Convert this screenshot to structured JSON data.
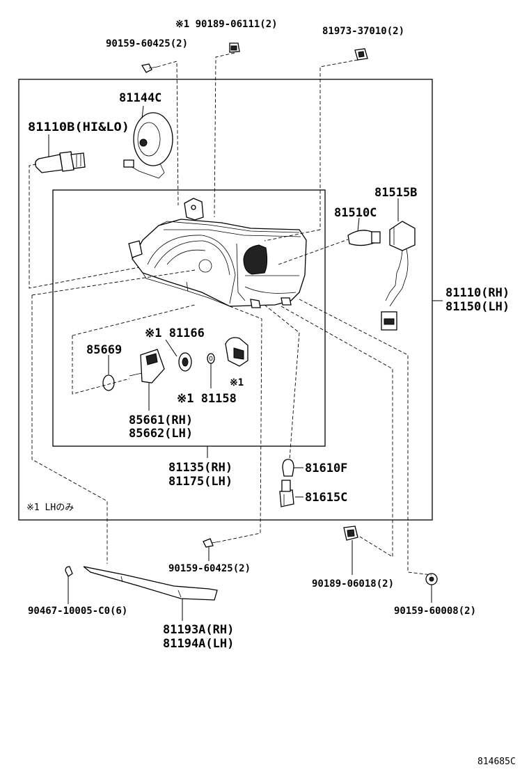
{
  "labels": {
    "p90189_06111": "※1 90189-06111(2)",
    "p81973_37010": "81973-37010(2)",
    "p90159_60425_top": "90159-60425(2)",
    "p81144C": "81144C",
    "p81110B": "81110B(HI&LO)",
    "p81515B": "81515B",
    "p81510C": "81510C",
    "p81110_rh": "81110(RH)",
    "p81150_lh": "81150(LH)",
    "p81166": "※1 81166",
    "p85669": "85669",
    "p81158": "※1 81158",
    "p85661_rh": "85661(RH)",
    "p85662_lh": "85662(LH)",
    "star1": "※1",
    "p81135_rh": "81135(RH)",
    "p81175_lh": "81175(LH)",
    "p81610F": "81610F",
    "p81615C": "81615C",
    "p90159_60425_bottom": "90159-60425(2)",
    "p90189_06018": "90189-06018(2)",
    "p90467": "90467-10005-C0(6)",
    "p90159_60008": "90159-60008(2)",
    "p81193A_rh": "81193A(RH)",
    "p81194A_lh": "81194A(LH)"
  },
  "note": "※1 LHのみ",
  "ref_code": "814685C"
}
